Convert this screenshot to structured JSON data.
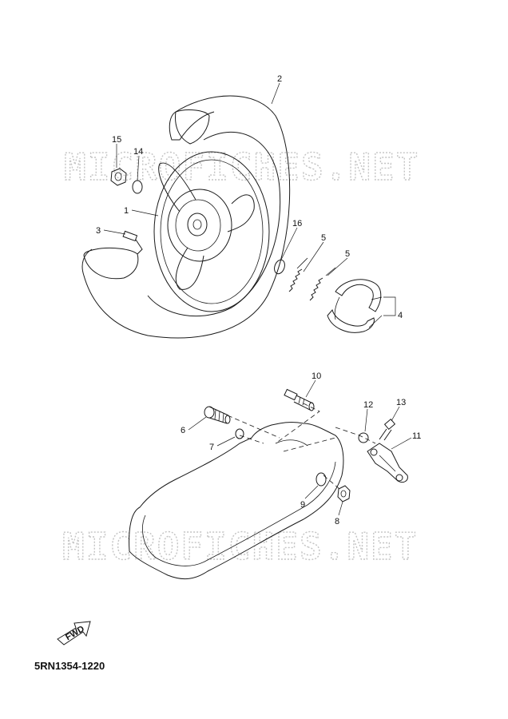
{
  "watermark": "MICROFICHES.NET",
  "diagram_code": "5RN1354-1220",
  "fwd_label": "FWD",
  "callouts": {
    "c1": "1",
    "c2": "2",
    "c3": "3",
    "c4": "4",
    "c5a": "5",
    "c5b": "5",
    "c6": "6",
    "c7": "7",
    "c8": "8",
    "c9": "9",
    "c10": "10",
    "c11": "11",
    "c12": "12",
    "c13": "13",
    "c14": "14",
    "c15": "15",
    "c16": "16"
  }
}
